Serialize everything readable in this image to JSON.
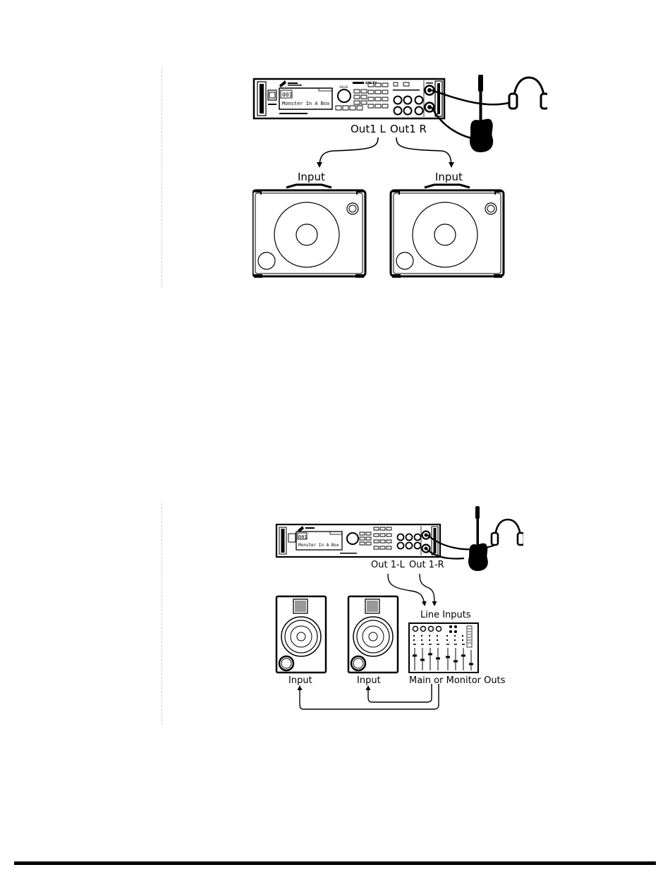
{
  "diagram_1": {
    "preset_number": "001",
    "preset_name": "Monster In A Box",
    "output_left_label": "Out1 L",
    "output_right_label": "Out1 R",
    "amp_left_label": "Input",
    "amp_right_label": "Input"
  },
  "diagram_2": {
    "preset_number": "001",
    "preset_name": "Monster In A Box",
    "output_left_label": "Out 1-L",
    "output_right_label": "Out 1-R",
    "mixer_top_label": "Line Inputs",
    "monitor_left_label": "Input",
    "monitor_right_label": "Input",
    "mixer_bottom_label": "Main or Monitor Outs"
  },
  "colors": {
    "line": "#000000",
    "background": "#ffffff",
    "margin_rule": "#c8c8c8"
  }
}
